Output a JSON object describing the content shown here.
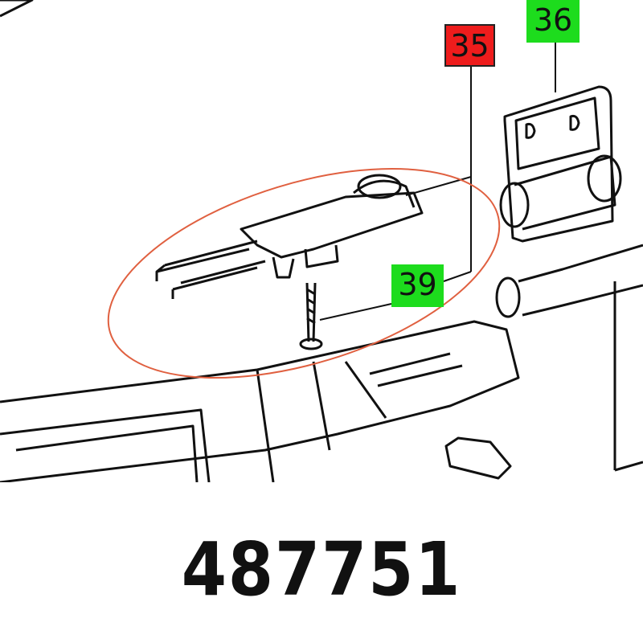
{
  "callouts": [
    {
      "label": "35",
      "color": "#ee1c1c",
      "status": "highlighted"
    },
    {
      "label": "36",
      "color": "#1ddc1d"
    },
    {
      "label": "39",
      "color": "#1ddc1d"
    }
  ],
  "highlight_color": "#e06040",
  "part_number": "487751"
}
